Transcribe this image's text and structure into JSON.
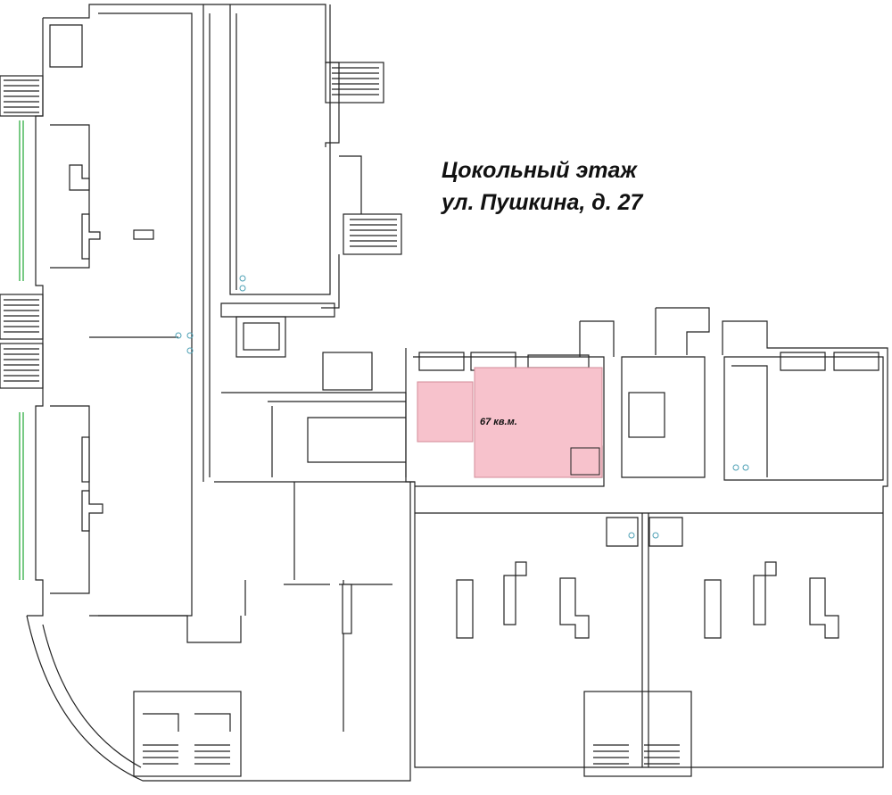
{
  "plan": {
    "title_line1": "Цокольный этаж",
    "title_line2": "ул. Пушкина, д. 27",
    "unit_label": "67 кв.м.",
    "highlight_color": "#f7c2cc",
    "wall_color": "#222222",
    "window_color": "#3fb34f"
  }
}
